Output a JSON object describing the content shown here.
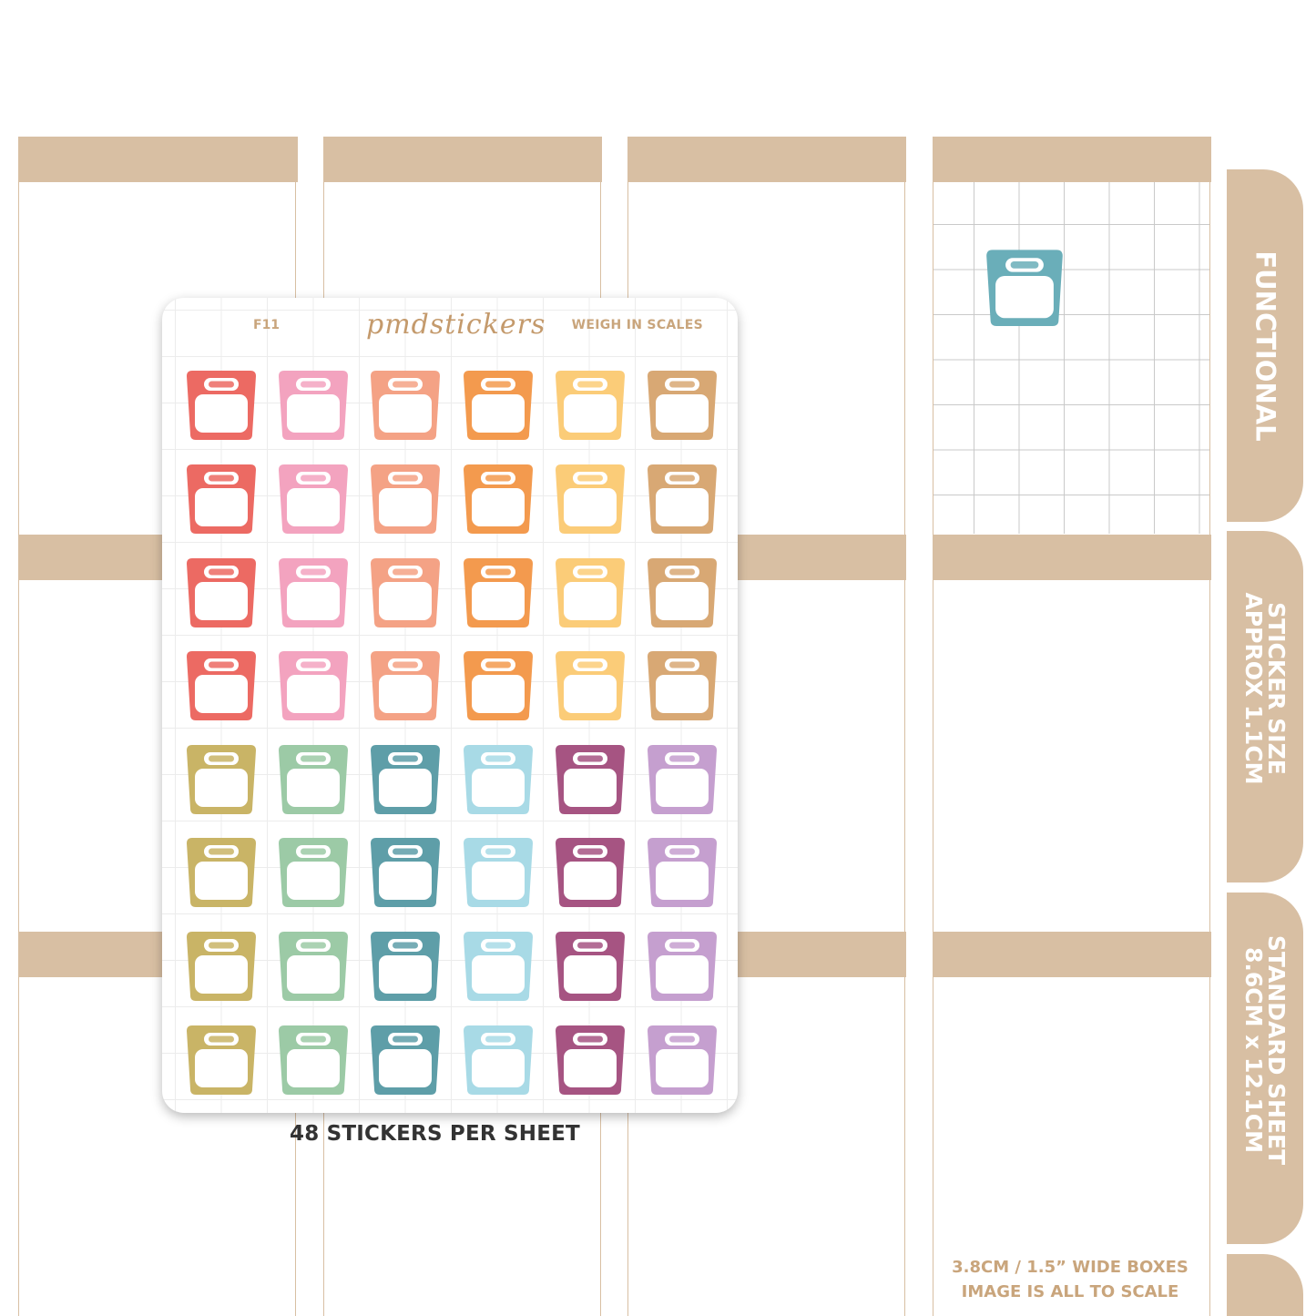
{
  "colors": {
    "accent": "#d8bfa3",
    "text_accent": "#c9a57c",
    "grid_line": "#c9c9c9"
  },
  "sample_sticker": {
    "color": "#6aaeb9",
    "icon": "weigh-scale-icon"
  },
  "tabs": [
    {
      "lines": [
        "FUNCTIONAL"
      ]
    },
    {
      "lines": [
        "STICKER SIZE",
        "APPROX 1.1CM"
      ]
    },
    {
      "lines": [
        "STANDARD SHEET",
        "8.6CM x 12.1CM"
      ]
    },
    {
      "lines": []
    }
  ],
  "sheet": {
    "code": "F11",
    "brand": "pmdstickers",
    "title": "WEIGH IN SCALES",
    "sticker_icon": "weigh-scale-icon",
    "rows": [
      [
        "#ec6a63",
        "#f3a3bf",
        "#f4a285",
        "#f39a4e",
        "#fbcc78",
        "#d8a874"
      ],
      [
        "#ec6a63",
        "#f3a3bf",
        "#f4a285",
        "#f39a4e",
        "#fbcc78",
        "#d8a874"
      ],
      [
        "#ec6a63",
        "#f3a3bf",
        "#f4a285",
        "#f39a4e",
        "#fbcc78",
        "#d8a874"
      ],
      [
        "#ec6a63",
        "#f3a3bf",
        "#f4a285",
        "#f39a4e",
        "#fbcc78",
        "#d8a874"
      ],
      [
        "#c9b466",
        "#9ccaa6",
        "#5e9ea8",
        "#a8dae6",
        "#a65482",
        "#c59fcf"
      ],
      [
        "#c9b466",
        "#9ccaa6",
        "#5e9ea8",
        "#a8dae6",
        "#a65482",
        "#c59fcf"
      ],
      [
        "#c9b466",
        "#9ccaa6",
        "#5e9ea8",
        "#a8dae6",
        "#a65482",
        "#c59fcf"
      ],
      [
        "#c9b466",
        "#9ccaa6",
        "#5e9ea8",
        "#a8dae6",
        "#a65482",
        "#c59fcf"
      ]
    ]
  },
  "footer": {
    "count_text": "48 STICKERS PER SHEET"
  },
  "note": {
    "line1": "3.8CM / 1.5” WIDE BOXES",
    "line2": "IMAGE IS ALL TO SCALE"
  }
}
